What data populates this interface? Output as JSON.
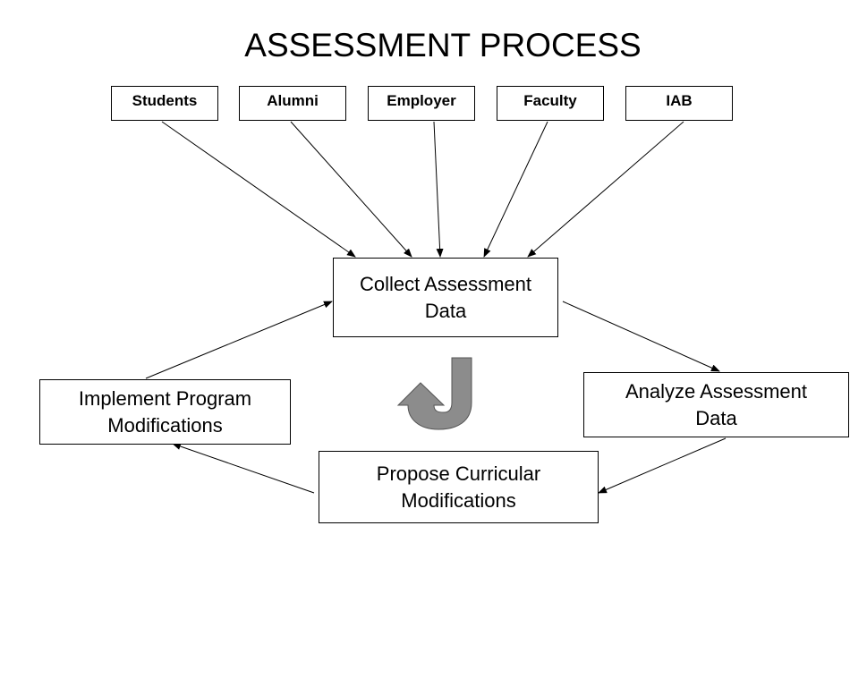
{
  "title": "ASSESSMENT PROCESS",
  "sources": [
    {
      "label": "Students"
    },
    {
      "label": "Alumni"
    },
    {
      "label": "Employer"
    },
    {
      "label": "Faculty"
    },
    {
      "label": "IAB"
    }
  ],
  "stages": {
    "collect": {
      "label": "Collect Assessment Data"
    },
    "analyze": {
      "label": "Analyze Assessment Data"
    },
    "propose": {
      "label": "Propose Curricular Modifications"
    },
    "implement": {
      "label": "Implement Program Modifications"
    }
  },
  "cycle_icon": {
    "name": "cycle-arrow-icon",
    "color": "#8c8c8c"
  },
  "flows": [
    {
      "from": "Students",
      "to": "Collect Assessment Data"
    },
    {
      "from": "Alumni",
      "to": "Collect Assessment Data"
    },
    {
      "from": "Employer",
      "to": "Collect Assessment Data"
    },
    {
      "from": "Faculty",
      "to": "Collect Assessment Data"
    },
    {
      "from": "IAB",
      "to": "Collect Assessment Data"
    },
    {
      "from": "Collect Assessment Data",
      "to": "Analyze Assessment Data"
    },
    {
      "from": "Analyze Assessment Data",
      "to": "Propose Curricular Modifications"
    },
    {
      "from": "Propose Curricular Modifications",
      "to": "Implement Program Modifications"
    },
    {
      "from": "Implement Program Modifications",
      "to": "Collect Assessment Data"
    }
  ]
}
